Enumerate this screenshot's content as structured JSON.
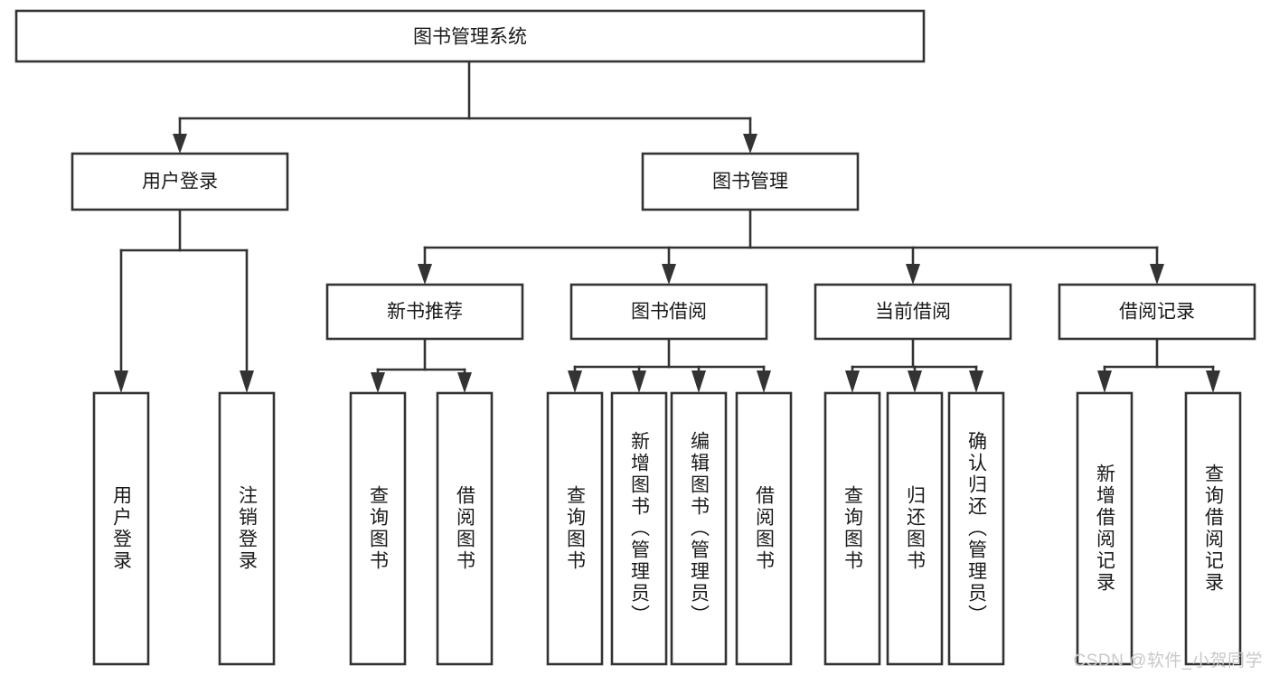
{
  "diagram": {
    "type": "tree-hierarchy-flowchart",
    "title": "图书管理系统",
    "orientation": "top-down",
    "colors": {
      "box_stroke": "#333333",
      "box_fill": "#ffffff",
      "text": "#1a1a1a",
      "background": "#ffffff",
      "watermark": "#c9c9c9"
    },
    "root": {
      "id": "root",
      "label": "图书管理系统"
    },
    "level2": [
      {
        "id": "user-login",
        "label": "用户登录"
      },
      {
        "id": "book-management",
        "label": "图书管理"
      }
    ],
    "level3": [
      {
        "id": "new-book-recommend",
        "label": "新书推荐",
        "parent": "book-management"
      },
      {
        "id": "book-borrow",
        "label": "图书借阅",
        "parent": "book-management"
      },
      {
        "id": "current-borrow",
        "label": "当前借阅",
        "parent": "book-management"
      },
      {
        "id": "borrow-record",
        "label": "借阅记录",
        "parent": "book-management"
      }
    ],
    "leaves": [
      {
        "id": "leaf-user-login",
        "label": "用户登录",
        "parent": "user-login"
      },
      {
        "id": "leaf-logout",
        "label": "注销登录",
        "parent": "user-login"
      },
      {
        "id": "leaf-query-book-1",
        "label": "查询图书",
        "parent": "new-book-recommend"
      },
      {
        "id": "leaf-borrow-book-1",
        "label": "借阅图书",
        "parent": "new-book-recommend"
      },
      {
        "id": "leaf-query-book-2",
        "label": "查询图书",
        "parent": "book-borrow"
      },
      {
        "id": "leaf-add-book",
        "label": "新增图书（管理员）",
        "parent": "book-borrow"
      },
      {
        "id": "leaf-edit-book",
        "label": "编辑图书（管理员）",
        "parent": "book-borrow"
      },
      {
        "id": "leaf-borrow-book-2",
        "label": "借阅图书",
        "parent": "book-borrow"
      },
      {
        "id": "leaf-query-book-3",
        "label": "查询图书",
        "parent": "current-borrow"
      },
      {
        "id": "leaf-return-book",
        "label": "归还图书",
        "parent": "current-borrow"
      },
      {
        "id": "leaf-confirm-return",
        "label": "确认归还（管理员）",
        "parent": "current-borrow"
      },
      {
        "id": "leaf-add-record",
        "label": "新增借阅记录",
        "parent": "borrow-record"
      },
      {
        "id": "leaf-query-record",
        "label": "查询借阅记录",
        "parent": "borrow-record"
      }
    ],
    "watermark": "CSDN @软件_小贺同学"
  }
}
